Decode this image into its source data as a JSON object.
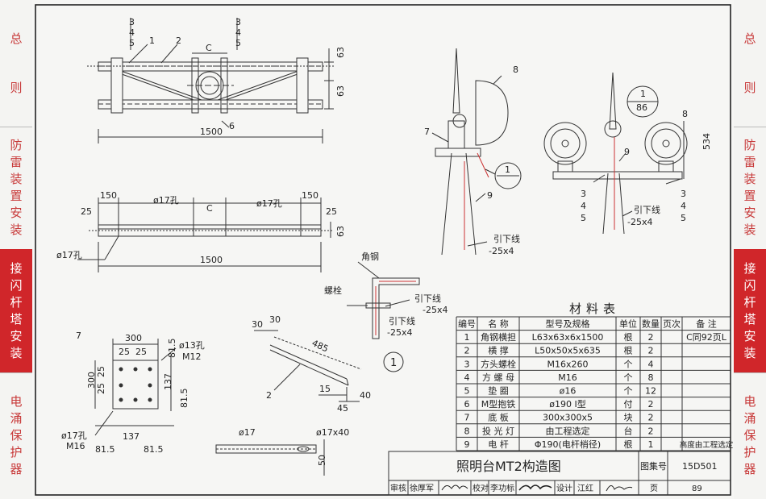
{
  "side_tabs": [
    {
      "text": "总",
      "gap": "",
      "text2": "则",
      "active": false
    },
    {
      "text": "防雷装置安装",
      "active": false
    },
    {
      "text": "接闪杆塔安装",
      "active": true
    },
    {
      "text": "电涌保护器",
      "active": false
    }
  ],
  "drawing": {
    "top_view": {
      "labels": [
        "3",
        "4",
        "5",
        "1",
        "2",
        "C",
        "3",
        "4",
        "5"
      ],
      "dim_63a": "63",
      "dim_63b": "63",
      "dim_1500": "1500",
      "callout_6": "6"
    },
    "side_view": {
      "dim_150a": "150",
      "dim_150b": "150",
      "hole_a": "ø17孔",
      "hole_b": "ø17孔",
      "dim_c": "C",
      "dim_25a": "25",
      "dim_25b": "25",
      "dim_63": "63",
      "dim_1500": "1500",
      "hole_left": "ø17孔"
    },
    "plate": {
      "dim_300": "300",
      "dim_25a": "25",
      "dim_25b": "25",
      "dim_815a": "81.5",
      "hole": "ø13孔",
      "hole_m": "M12",
      "dim_300v": "300",
      "dim_25v1": "25",
      "dim_25v2": "25",
      "dim_137": "137",
      "dim_815b": "81.5",
      "callout_7": "7",
      "hole_bl": "ø17孔",
      "hole_bl_m": "M16",
      "dim_815c": "81.5",
      "dim_137h": "137",
      "dim_815d": "81.5"
    },
    "brace": {
      "dim_30a": "30",
      "dim_30b": "30",
      "dim_485": "485",
      "dim_15": "15",
      "dim_40": "40",
      "dim_45": "45",
      "callout_2": "2"
    },
    "bar": {
      "hole_a": "ø17",
      "hole_b": "ø17x40",
      "dim_50": "50"
    },
    "detail1": {
      "angle": "角钢",
      "bolt": "螺栓",
      "down_a": "引下线",
      "down_a2": "-25x4",
      "down_b": "引下线",
      "down_b2": "-25x4",
      "num": "1"
    },
    "pole_left": {
      "callout_8": "8",
      "callout_7": "7",
      "callout_9": "9",
      "down": "引下线",
      "down2": "-25x4",
      "circle": "1"
    },
    "pole_right": {
      "callout_1": "1",
      "callout_86": "86",
      "callout_8": "8",
      "callout_9": "9",
      "dim_534": "534",
      "left_nums": [
        "3",
        "4",
        "5"
      ],
      "right_nums": [
        "3",
        "4",
        "5"
      ],
      "down": "引下线",
      "down2": "-25x4"
    }
  },
  "materials_table": {
    "title": "材料表",
    "headers": [
      "编号",
      "名  称",
      "型号及规格",
      "单位",
      "数量",
      "页次",
      "备  注"
    ],
    "rows": [
      [
        "1",
        "角钢横担",
        "L63x63x6x1500",
        "根",
        "2",
        "",
        "C同92页L"
      ],
      [
        "2",
        "横  撑",
        "L50x50x5x635",
        "根",
        "2",
        "",
        ""
      ],
      [
        "3",
        "方头螺栓",
        "M16x260",
        "个",
        "4",
        "",
        ""
      ],
      [
        "4",
        "方 螺 母",
        "M16",
        "个",
        "8",
        "",
        ""
      ],
      [
        "5",
        "垫  圈",
        "ø16",
        "个",
        "12",
        "",
        ""
      ],
      [
        "6",
        "M型抱铁",
        "ø190 Ⅰ型",
        "付",
        "2",
        "",
        ""
      ],
      [
        "7",
        "底  板",
        "300x300x5",
        "块",
        "2",
        "",
        ""
      ],
      [
        "8",
        "投 光 灯",
        "由工程选定",
        "台",
        "2",
        "",
        ""
      ],
      [
        "9",
        "电  杆",
        "Φ190(电杆梢径)",
        "根",
        "1",
        "",
        "高度由工程选定"
      ]
    ]
  },
  "title_block": {
    "drawing_title": "照明台MT2构造图",
    "atlas_label": "图集号",
    "atlas_no": "15D501",
    "review_label": "审核",
    "reviewer": "徐厚军",
    "check_label": "校对",
    "checker": "李功标",
    "design_label": "设计",
    "designer": "江红",
    "page_label": "页",
    "page_no": "89"
  }
}
